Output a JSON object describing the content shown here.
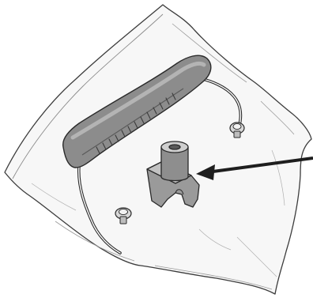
{
  "illustration": {
    "parts": [
      {
        "name": "plastic-bag",
        "icon": "bag-icon"
      },
      {
        "name": "handle-grip",
        "icon": "handle-icon"
      },
      {
        "name": "wire-bail",
        "icon": "wire-icon"
      },
      {
        "name": "mounting-clip",
        "icon": "clip-icon"
      },
      {
        "name": "callout-arrow",
        "icon": "arrow-icon"
      }
    ],
    "colors": {
      "bag_fill": "#f7f7f7",
      "bag_stroke": "#3c3c3c",
      "handle_fill": "#8c8c8c",
      "handle_highlight": "#b4b4b4",
      "handle_dark": "#5a5a5a",
      "clip_fill": "#9a9a9a",
      "arrow": "#1e1e1e"
    }
  }
}
